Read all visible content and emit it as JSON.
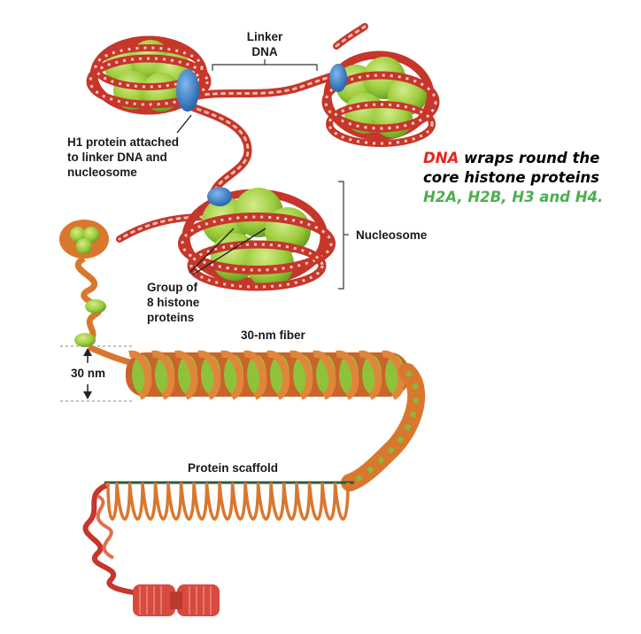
{
  "labels": {
    "linker_line1": "Linker",
    "linker_line2": "DNA",
    "h1_line1": "H1 protein attached",
    "h1_line2": "to linker DNA and",
    "h1_line3": "nucleosome",
    "nucleosome": "Nucleosome",
    "group_line1": "Group of",
    "group_line2": "8 histone",
    "group_line3": "proteins",
    "fiber": "30-nm fiber",
    "nm": "30 nm",
    "scaffold": "Protein scaffold"
  },
  "callout": {
    "dna": "DNA",
    "line1_rest": " wraps round the",
    "line2": "core histone proteins",
    "line3": "H2A, H2B, H3 and H4."
  },
  "colors": {
    "dna_red": "#d23a2e",
    "histone_green": "#9ccc3c",
    "h1_blue": "#2f7fc7",
    "fiber_orange": "#d9772e",
    "callout_red": "#e8261c",
    "callout_green": "#4caf50"
  }
}
